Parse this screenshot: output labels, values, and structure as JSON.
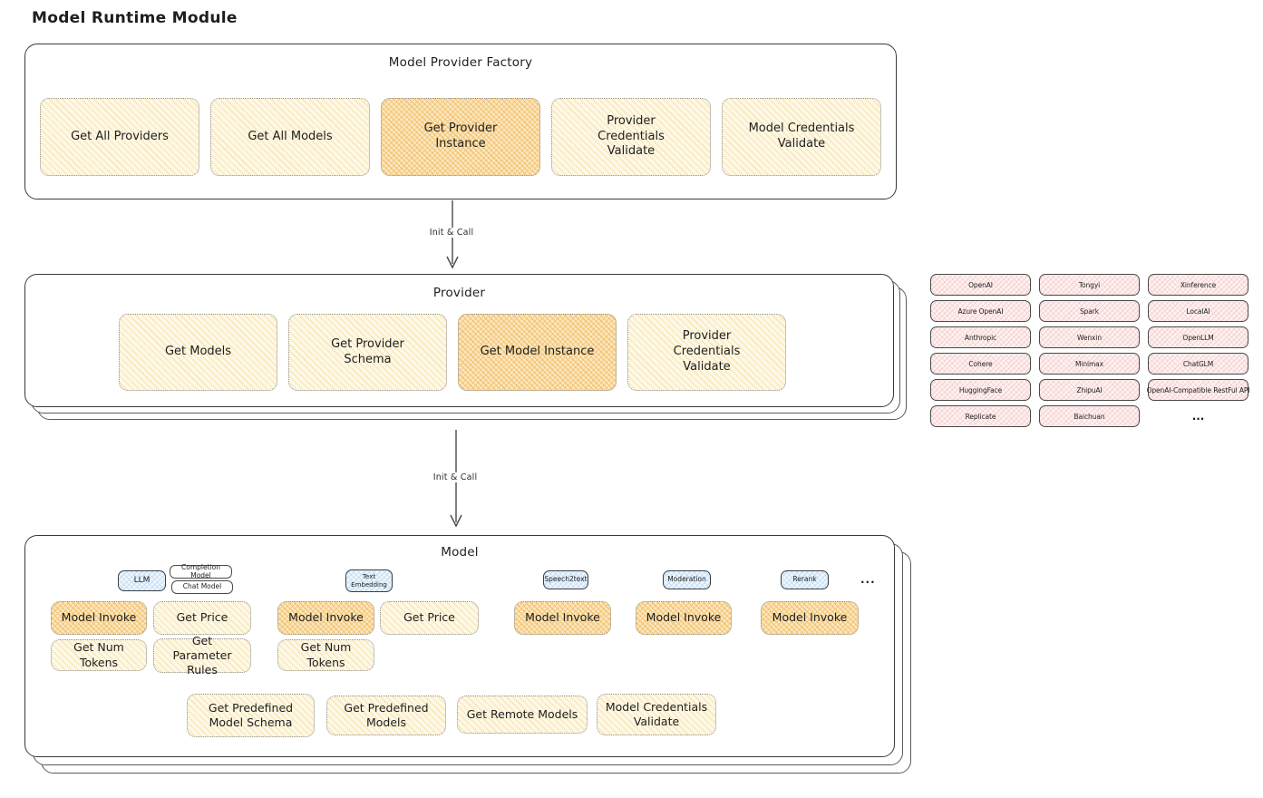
{
  "title": "Model Runtime Module",
  "colors": {
    "yellow_op_fill": "#fdf8e7",
    "yellow_op_highlight": "#fbe9c4",
    "provider_pill_fill": "#fdf2f2",
    "model_type_tab_fill": "#eef6fd",
    "outline": "#3a3a3a",
    "dotted_border": "#8f8f8f",
    "arrow": "#4a4a4a"
  },
  "factory": {
    "title": "Model Provider Factory",
    "ops": [
      {
        "label": "Get All Providers"
      },
      {
        "label": "Get All Models"
      },
      {
        "label": "Get Provider Instance",
        "highlighted": true
      },
      {
        "label": "Provider Credentials Validate"
      },
      {
        "label": "Model Credentials Validate"
      }
    ]
  },
  "arrows": {
    "factory_to_provider": "Init & Call",
    "provider_to_model": "Init & Call"
  },
  "provider": {
    "title": "Provider",
    "ops": [
      {
        "label": "Get Models"
      },
      {
        "label": "Get Provider Schema"
      },
      {
        "label": "Get Model Instance",
        "highlighted": true
      },
      {
        "label": "Provider Credentials Validate"
      }
    ]
  },
  "providers_list": {
    "column_1": [
      "OpenAI",
      "Azure OpenAI",
      "Anthropic",
      "Cohere",
      "HuggingFace",
      "Replicate"
    ],
    "column_2": [
      "Tongyi",
      "Spark",
      "Wenxin",
      "Minimax",
      "ZhipuAI",
      "Baichuan"
    ],
    "column_3": [
      "Xinference",
      "LocalAI",
      "OpenLLM",
      "ChatGLM",
      "OpenAI-Compatible RestFul API",
      "..."
    ]
  },
  "model": {
    "title": "Model",
    "types": {
      "llm": "LLM",
      "completion_model": "Completion Model",
      "chat_model": "Chat Model",
      "text_embedding": "Text Embedding",
      "speech2text": "Speech2text",
      "moderation": "Moderation",
      "rerank": "Rerank",
      "more": "..."
    },
    "ops": {
      "llm_model_invoke": "Model Invoke",
      "llm_get_price": "Get Price",
      "llm_get_num_tokens": "Get Num Tokens",
      "llm_get_parameter_rules": "Get Parameter Rules",
      "te_model_invoke": "Model Invoke",
      "te_get_price": "Get Price",
      "te_get_num_tokens": "Get Num Tokens",
      "s2t_model_invoke": "Model Invoke",
      "moderation_model_invoke": "Model Invoke",
      "rerank_model_invoke": "Model Invoke",
      "get_predefined_model_schema": "Get Predefined Model Schema",
      "get_predefined_models": "Get Predefined Models",
      "get_remote_models": "Get Remote Models",
      "model_credentials_validate": "Model Credentials Validate"
    }
  }
}
